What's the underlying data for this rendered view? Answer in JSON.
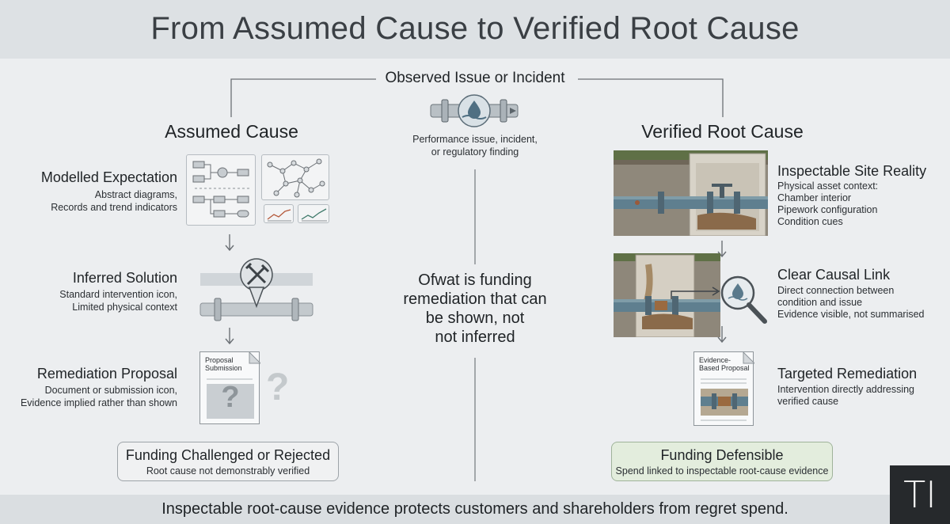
{
  "title": "From Assumed Cause to Verified Root Cause",
  "top": {
    "heading": "Observed Issue or Incident",
    "caption_line1": "Performance issue, incident,",
    "caption_line2": "or regulatory finding"
  },
  "left": {
    "heading": "Assumed Cause",
    "steps": [
      {
        "title": "Modelled Expectation",
        "line1": "Abstract diagrams,",
        "line2": "Records and trend indicators"
      },
      {
        "title": "Inferred Solution",
        "line1": "Standard intervention icon,",
        "line2": "Limited physical context"
      },
      {
        "title": "Remediation Proposal",
        "line1": "Document or submission icon,",
        "line2": "Evidence implied rather than shown"
      }
    ],
    "doc_label_line1": "Proposal",
    "doc_label_line2": "Submission",
    "outcome_title": "Funding Challenged or Rejected",
    "outcome_sub": "Root cause not demonstrably verified"
  },
  "middle": {
    "line1": "Ofwat is funding",
    "line2": "remediation that can",
    "line3": "be shown, not",
    "line4": "not inferred"
  },
  "right": {
    "heading": "Verified Root Cause",
    "steps": [
      {
        "title": "Inspectable Site Reality",
        "line1": "Physical asset context:",
        "line2": "Chamber interior",
        "line3": "Pipework configuration",
        "line4": "Condition cues"
      },
      {
        "title": "Clear Causal Link",
        "line1": "Direct connection between",
        "line2": "condition and issue",
        "line3": "Evidence visible, not summarised"
      },
      {
        "title": "Targeted Remediation",
        "line1": "Intervention directly addressing",
        "line2": "verified cause"
      }
    ],
    "doc_label_line1": "Evidence-",
    "doc_label_line2": "Based Proposal",
    "outcome_title": "Funding Defensible",
    "outcome_sub": "Spend linked to inspectable root-cause evidence"
  },
  "footer": "Inspectable root-cause evidence protects customers and shareholders from regret spend.",
  "logo": "TI",
  "colors": {
    "title_band": "#dde1e4",
    "green_box": "#e3eddd",
    "pipe_blue": "#5f7f8f",
    "logo_bg": "#26292c"
  }
}
